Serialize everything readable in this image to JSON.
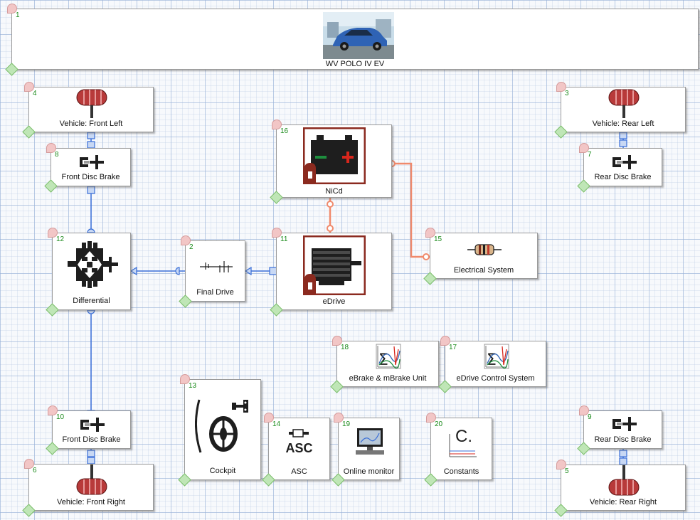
{
  "header": {
    "num": "1",
    "title": "WV POLO IV EV"
  },
  "blocks": {
    "front_left_wheel": {
      "num": "4",
      "label": "Vehicle: Front Left"
    },
    "rear_left_wheel": {
      "num": "3",
      "label": "Vehicle: Rear Left"
    },
    "front_disc_brake_top": {
      "num": "8",
      "label": "Front Disc Brake"
    },
    "rear_disc_brake_top": {
      "num": "7",
      "label": "Rear Disc Brake"
    },
    "battery": {
      "num": "16",
      "label": "NiCd"
    },
    "differential": {
      "num": "12",
      "label": "Differential"
    },
    "final_drive": {
      "num": "2",
      "label": "Final Drive"
    },
    "edrive": {
      "num": "11",
      "label": "eDrive"
    },
    "electrical_system": {
      "num": "15",
      "label": "Electrical System"
    },
    "ebrake_unit": {
      "num": "18",
      "label": "eBrake & mBrake Unit"
    },
    "edrive_control": {
      "num": "17",
      "label": "eDrive Control System"
    },
    "cockpit": {
      "num": "13",
      "label": "Cockpit"
    },
    "asc": {
      "num": "14",
      "label": "ASC",
      "icon_text": "ASC"
    },
    "online_monitor": {
      "num": "19",
      "label": "Online monitor"
    },
    "constants": {
      "num": "20",
      "label": "Constants",
      "icon_text": "C."
    },
    "front_disc_brake_bottom": {
      "num": "10",
      "label": "Front Disc Brake"
    },
    "front_right_wheel": {
      "num": "6",
      "label": "Vehicle: Front Right"
    },
    "rear_disc_brake_bottom": {
      "num": "9",
      "label": "Rear Disc Brake"
    },
    "rear_right_wheel": {
      "num": "5",
      "label": "Vehicle: Rear Right"
    }
  },
  "colors": {
    "mechanical_wire": "#3a6fd8",
    "electrical_wire": "#f08a6c",
    "tire": "#b83a3a",
    "battery_frame": "#8b2a1f",
    "battery_plus": "#d8261c",
    "battery_minus": "#1e8e3e",
    "block_number": "#1a8a1a"
  }
}
